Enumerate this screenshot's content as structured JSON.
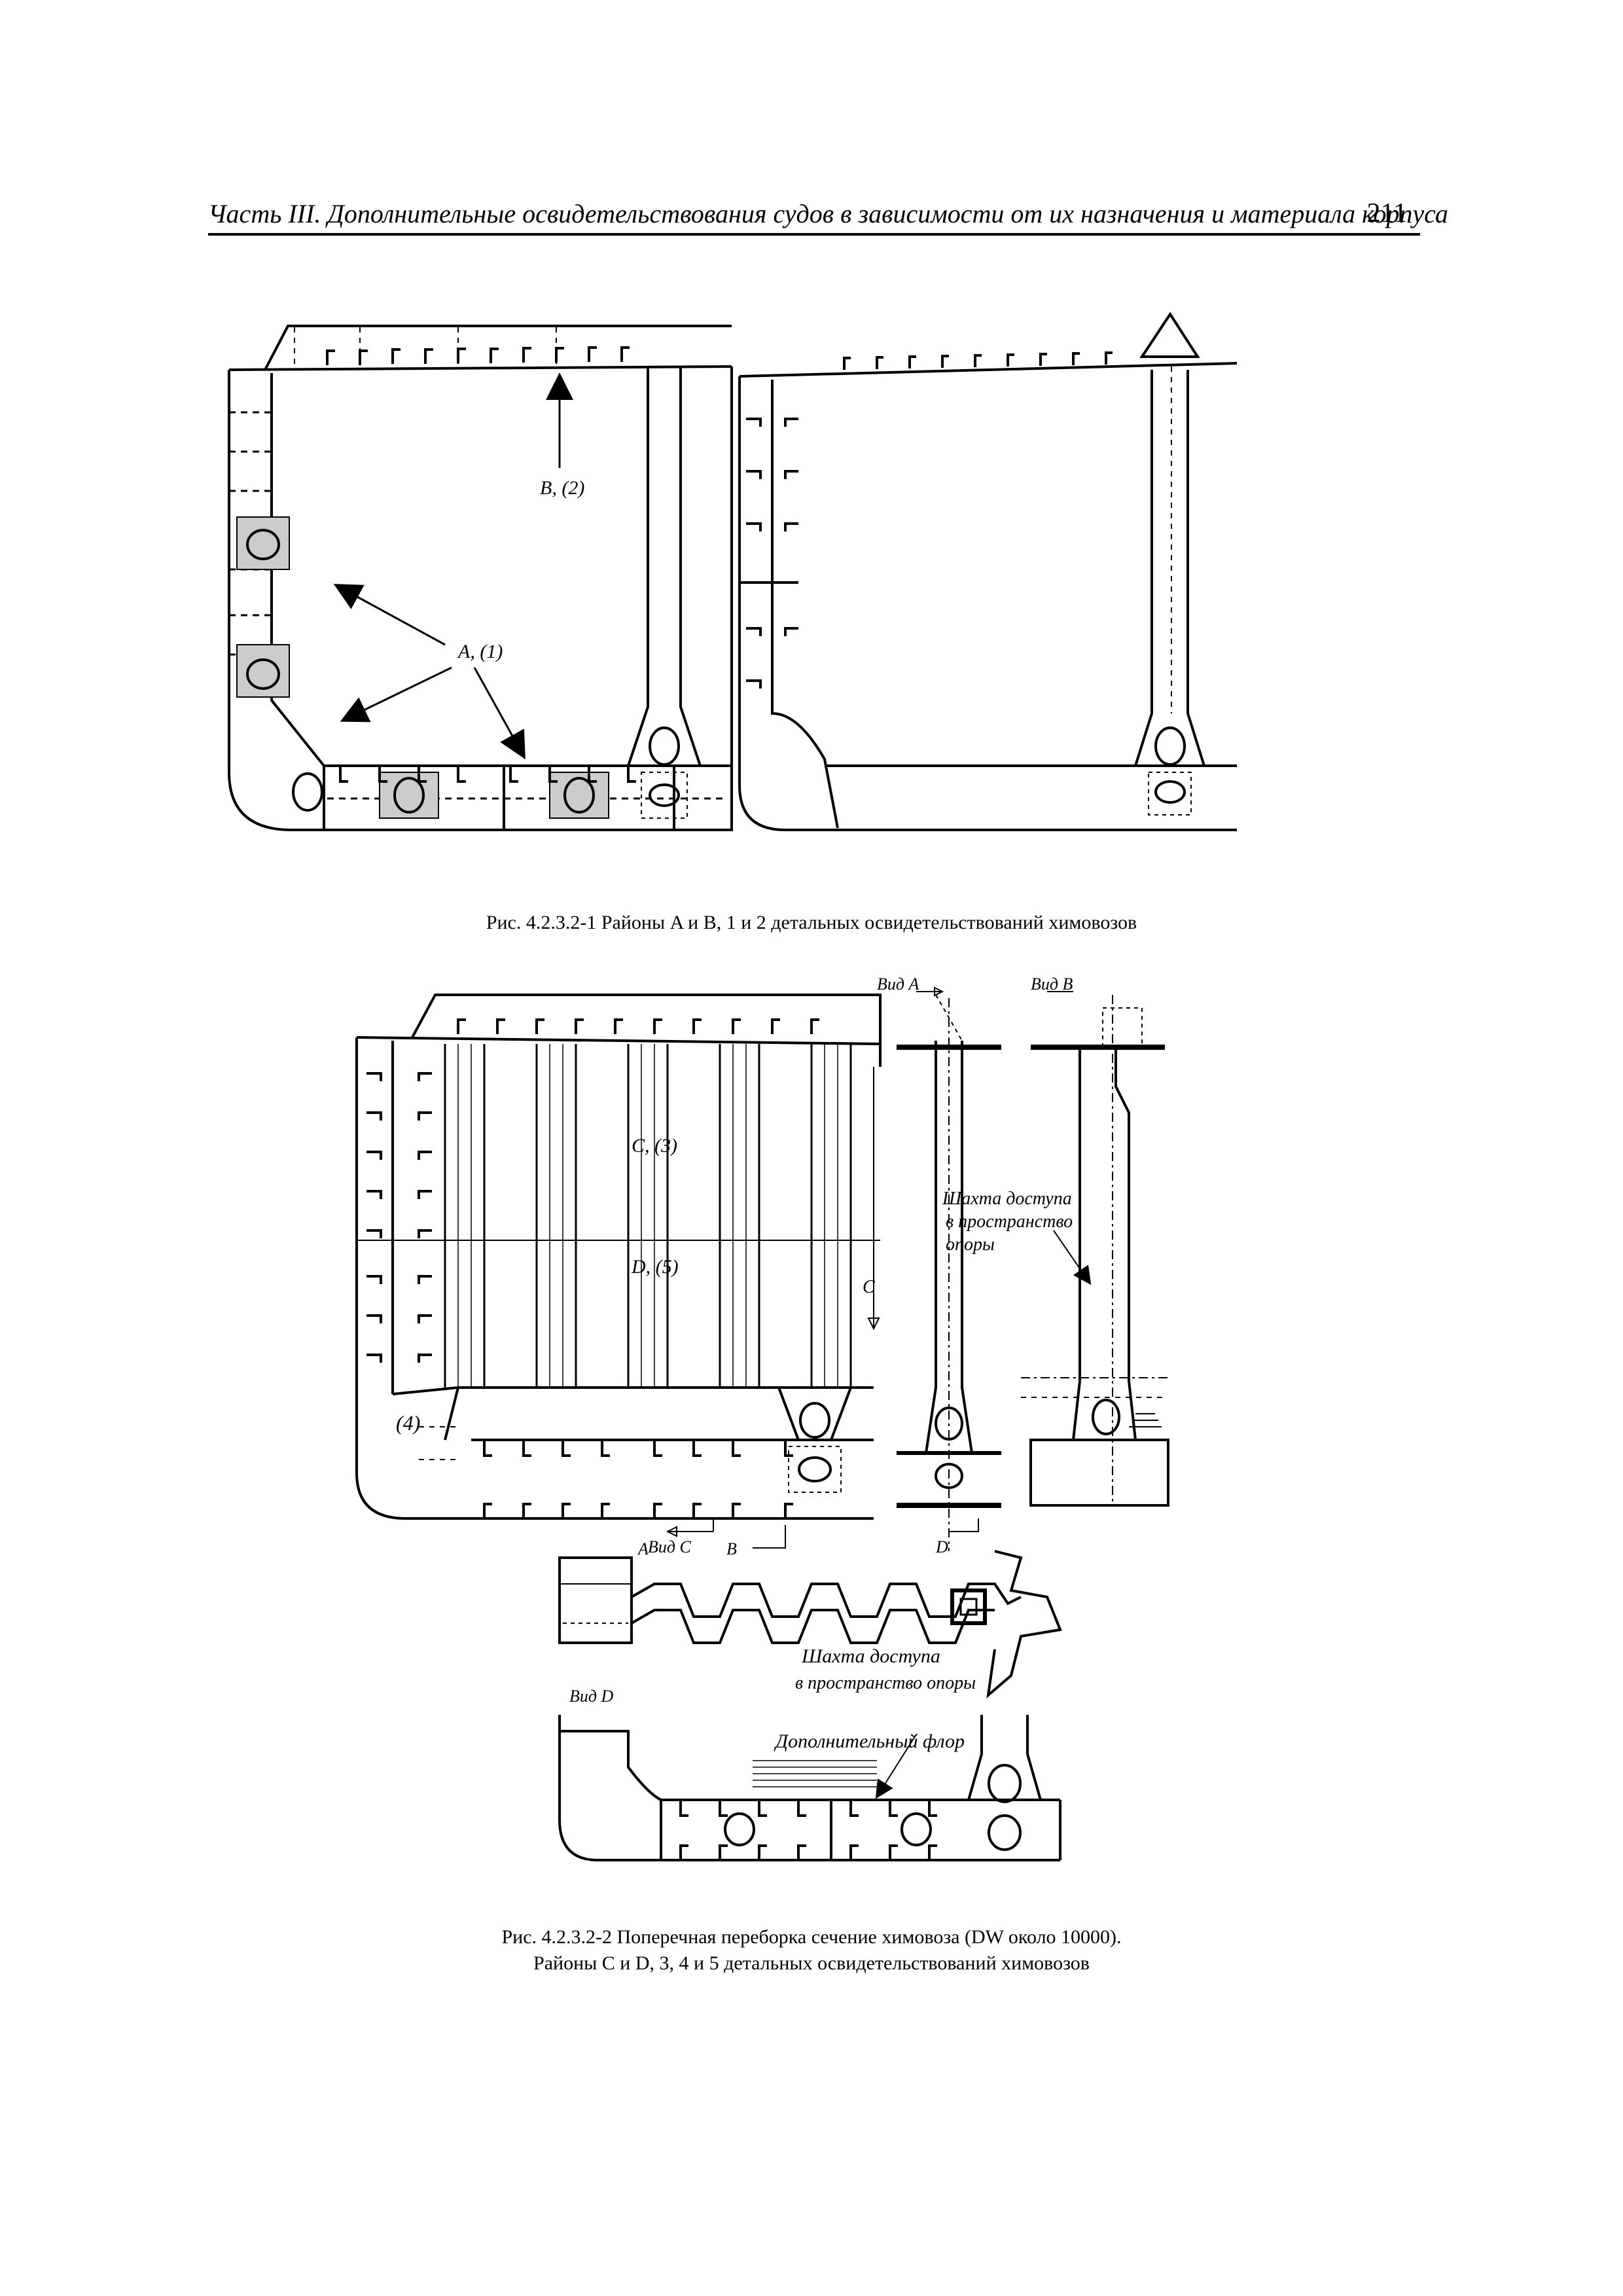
{
  "header": {
    "title": "Часть III. Дополнительные освидетельствования судов в зависимости от их назначения и материала корпуса",
    "page_number": "211"
  },
  "figure1": {
    "label_b": "B, (2)",
    "label_a": "A, (1)",
    "caption": "Рис. 4.2.3.2-1 Районы A и B, 1 и 2 детальных освидетельствований химовозов"
  },
  "figure2": {
    "label_c": "C, (3)",
    "label_d": "D, (5)",
    "label_4": "(4)",
    "section_c": "C",
    "section_a": "A",
    "section_b": "B",
    "section_d": "D",
    "view_a": "Вид A",
    "view_b": "Вид B",
    "view_c": "Вид C",
    "view_d": "Вид D",
    "shaft_note_1": "Шахта доступа",
    "shaft_note_2": "в пространство",
    "shaft_note_3": "опоры",
    "shaft_c_1": "Шахта доступа",
    "shaft_c_2": "в пространство опоры",
    "extra_floor": "Дополнительный флор",
    "caption_line1": "Рис. 4.2.3.2-2 Поперечная переборка сечение химовоза (DW около 10000).",
    "caption_line2": "Районы C и D, 3, 4 и 5 детальных освидетельствований химовозов"
  }
}
